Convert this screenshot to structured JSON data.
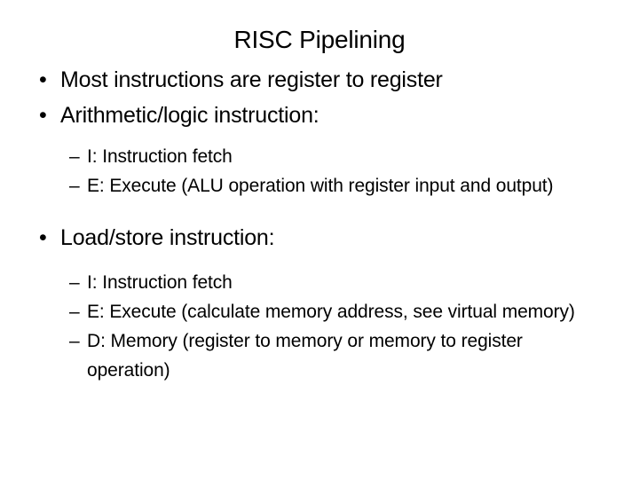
{
  "slide": {
    "title": "RISC Pipelining",
    "background_color": "#ffffff",
    "text_color": "#000000",
    "bullet_glyph": "•",
    "dash_glyph": "–",
    "blocks": [
      {
        "level": 1,
        "text": "Most instructions are register to register"
      },
      {
        "level": 1,
        "text": "Arithmetic/logic instruction:"
      },
      {
        "level": 2,
        "text": "I: Instruction fetch"
      },
      {
        "level": 2,
        "text": "E: Execute (ALU operation with register input and output)"
      },
      {
        "level": 1,
        "text": "Load/store instruction:"
      },
      {
        "level": 2,
        "text": "I: Instruction fetch"
      },
      {
        "level": 2,
        "text": "E: Execute (calculate memory address, see virtual memory)"
      },
      {
        "level": 2,
        "text": "D: Memory (register to memory or memory to register operation)"
      }
    ]
  }
}
